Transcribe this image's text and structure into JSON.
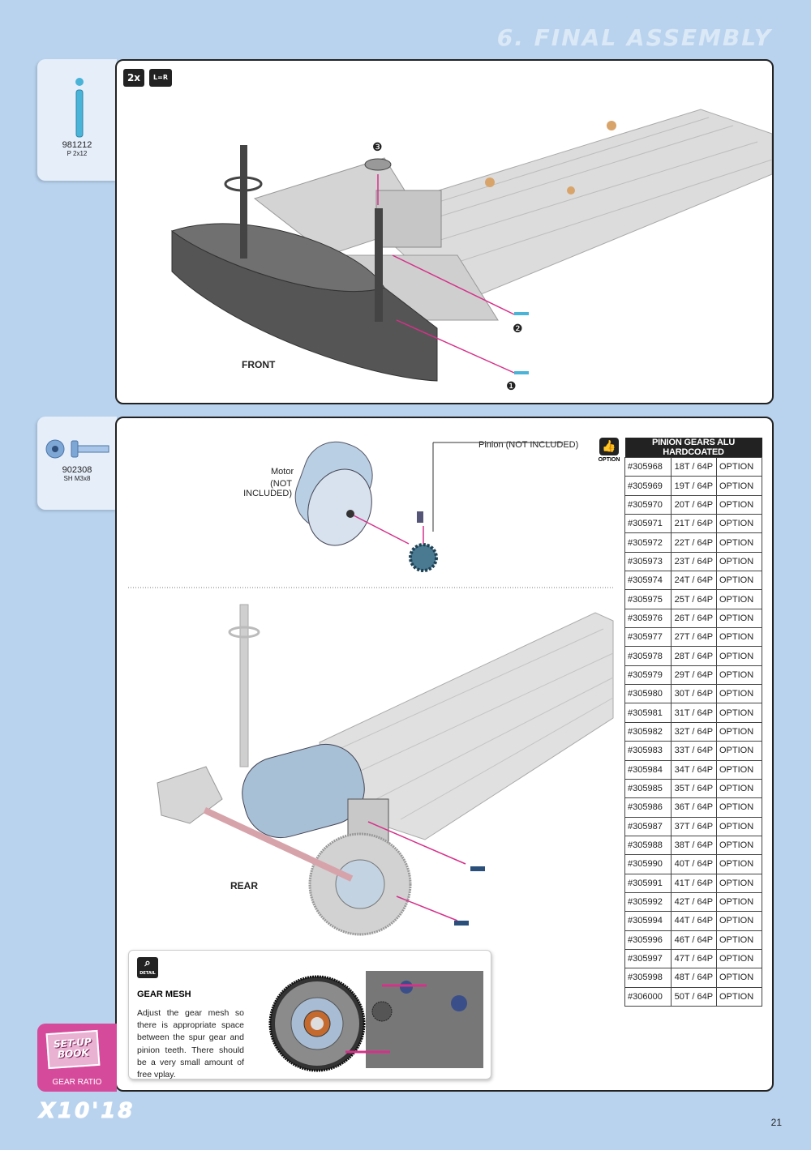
{
  "header": {
    "title": "6. FINAL ASSEMBLY"
  },
  "parts": [
    {
      "code": "981212",
      "name": "P 2x12"
    },
    {
      "code": "902308",
      "name": "SH M3x8"
    }
  ],
  "step1": {
    "qty_badge": "2x",
    "lr_badge": "L=R",
    "front_label": "FRONT",
    "callouts": [
      "❶",
      "❷",
      "❸"
    ]
  },
  "step2": {
    "motor_label_1": "Motor",
    "motor_label_2": "(NOT INCLUDED)",
    "pinion_label": "Pinion (NOT INCLUDED)",
    "option_label": "OPTION",
    "rear_label": "REAR",
    "table": {
      "header": "PINION GEARS ALU HARDCOATED",
      "rows": [
        [
          "#305968",
          "18T / 64P",
          "OPTION"
        ],
        [
          "#305969",
          "19T / 64P",
          "OPTION"
        ],
        [
          "#305970",
          "20T / 64P",
          "OPTION"
        ],
        [
          "#305971",
          "21T / 64P",
          "OPTION"
        ],
        [
          "#305972",
          "22T / 64P",
          "OPTION"
        ],
        [
          "#305973",
          "23T / 64P",
          "OPTION"
        ],
        [
          "#305974",
          "24T / 64P",
          "OPTION"
        ],
        [
          "#305975",
          "25T / 64P",
          "OPTION"
        ],
        [
          "#305976",
          "26T / 64P",
          "OPTION"
        ],
        [
          "#305977",
          "27T / 64P",
          "OPTION"
        ],
        [
          "#305978",
          "28T / 64P",
          "OPTION"
        ],
        [
          "#305979",
          "29T / 64P",
          "OPTION"
        ],
        [
          "#305980",
          "30T / 64P",
          "OPTION"
        ],
        [
          "#305981",
          "31T / 64P",
          "OPTION"
        ],
        [
          "#305982",
          "32T / 64P",
          "OPTION"
        ],
        [
          "#305983",
          "33T / 64P",
          "OPTION"
        ],
        [
          "#305984",
          "34T / 64P",
          "OPTION"
        ],
        [
          "#305985",
          "35T / 64P",
          "OPTION"
        ],
        [
          "#305986",
          "36T / 64P",
          "OPTION"
        ],
        [
          "#305987",
          "37T / 64P",
          "OPTION"
        ],
        [
          "#305988",
          "38T / 64P",
          "OPTION"
        ],
        [
          "#305990",
          "40T / 64P",
          "OPTION"
        ],
        [
          "#305991",
          "41T / 64P",
          "OPTION"
        ],
        [
          "#305992",
          "42T / 64P",
          "OPTION"
        ],
        [
          "#305994",
          "44T / 64P",
          "OPTION"
        ],
        [
          "#305996",
          "46T / 64P",
          "OPTION"
        ],
        [
          "#305997",
          "47T / 64P",
          "OPTION"
        ],
        [
          "#305998",
          "48T / 64P",
          "OPTION"
        ],
        [
          "#306000",
          "50T / 64P",
          "OPTION"
        ]
      ]
    },
    "detail": {
      "badge": "DETAIL",
      "title": "GEAR MESH",
      "text": "Adjust the gear mesh so there is appropriate space between the spur gear and pinion teeth. There should be a very small amount of free vplay."
    }
  },
  "setup_book": {
    "title_1": "SET-UP",
    "title_2": "BOOK",
    "subtitle": "GEAR RATIO"
  },
  "footer": {
    "brand": "X10'18",
    "page": "21"
  },
  "colors": {
    "background": "#b9d3ef",
    "accent_pink": "#d64a9c",
    "pin": "#4ab3d8",
    "arrow": "#d6308a",
    "bronze": "#d9a46a"
  }
}
